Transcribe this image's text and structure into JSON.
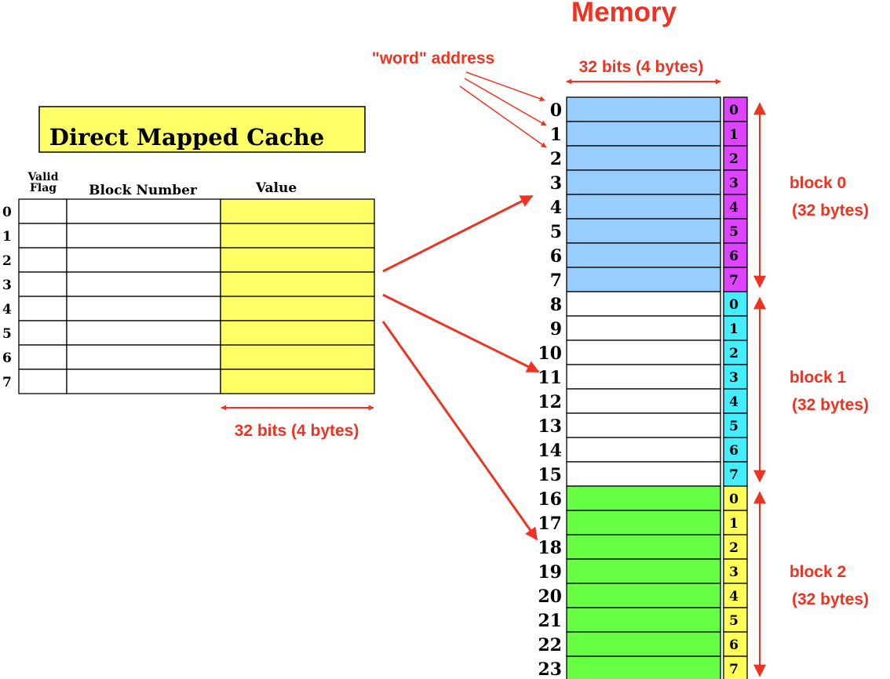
{
  "colors": {
    "accent_red": "#ee3322",
    "cache_title_bg": "#ffff66",
    "cache_value_bg": "#ffff66",
    "block0_words": "#99ccff",
    "block1_words": "#ffffff",
    "block2_words": "#66ff44",
    "block0_offsets": "#dd44ff",
    "block1_offsets": "#44eeff",
    "block2_offsets": "#ffff55"
  },
  "cache": {
    "title": "Direct Mapped Cache",
    "col_valid_line1": "Valid",
    "col_valid_line2": "Flag",
    "col_block_number": "Block Number",
    "col_value": "Value",
    "row_labels": [
      "0",
      "1",
      "2",
      "3",
      "4",
      "5",
      "6",
      "7"
    ],
    "width_label": "32 bits (4 bytes)"
  },
  "memory": {
    "title": "Memory",
    "width_label": "32 bits (4 bytes)",
    "word_address_label": "\"word\" address",
    "word_addresses": [
      "0",
      "1",
      "2",
      "3",
      "4",
      "5",
      "6",
      "7",
      "8",
      "9",
      "10",
      "11",
      "12",
      "13",
      "14",
      "15",
      "16",
      "17",
      "18",
      "19",
      "20",
      "21",
      "22",
      "23"
    ],
    "blocks": [
      {
        "name": "block 0",
        "size": "(32 bytes)",
        "offsets": [
          "0",
          "1",
          "2",
          "3",
          "4",
          "5",
          "6",
          "7"
        ]
      },
      {
        "name": "block 1",
        "size": "(32 bytes)",
        "offsets": [
          "0",
          "1",
          "2",
          "3",
          "4",
          "5",
          "6",
          "7"
        ]
      },
      {
        "name": "block 2",
        "size": "(32 bytes)",
        "offsets": [
          "0",
          "1",
          "2",
          "3",
          "4",
          "5",
          "6",
          "7"
        ]
      }
    ]
  }
}
